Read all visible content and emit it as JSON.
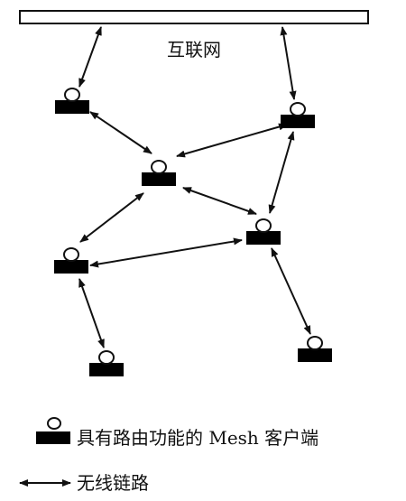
{
  "diagram": {
    "internet_label": "互联网",
    "legend": {
      "node_label": "具有路由功能的 Mesh 客户端",
      "link_label": "无线链路"
    },
    "nodes": [
      {
        "id": "gw-left"
      },
      {
        "id": "gw-right"
      },
      {
        "id": "center"
      },
      {
        "id": "right-mid"
      },
      {
        "id": "left-mid"
      },
      {
        "id": "bottom-left"
      },
      {
        "id": "bottom-right"
      }
    ],
    "links": [
      {
        "from": "internet",
        "to": "gw-left"
      },
      {
        "from": "internet",
        "to": "gw-right"
      },
      {
        "from": "gw-left",
        "to": "center"
      },
      {
        "from": "center",
        "to": "gw-right"
      },
      {
        "from": "gw-right",
        "to": "right-mid"
      },
      {
        "from": "center",
        "to": "right-mid"
      },
      {
        "from": "center",
        "to": "left-mid"
      },
      {
        "from": "left-mid",
        "to": "right-mid"
      },
      {
        "from": "left-mid",
        "to": "bottom-left"
      },
      {
        "from": "right-mid",
        "to": "bottom-right"
      }
    ],
    "colors": {
      "stroke": "#111111",
      "node_fill": "#000000",
      "background": "#ffffff"
    }
  }
}
